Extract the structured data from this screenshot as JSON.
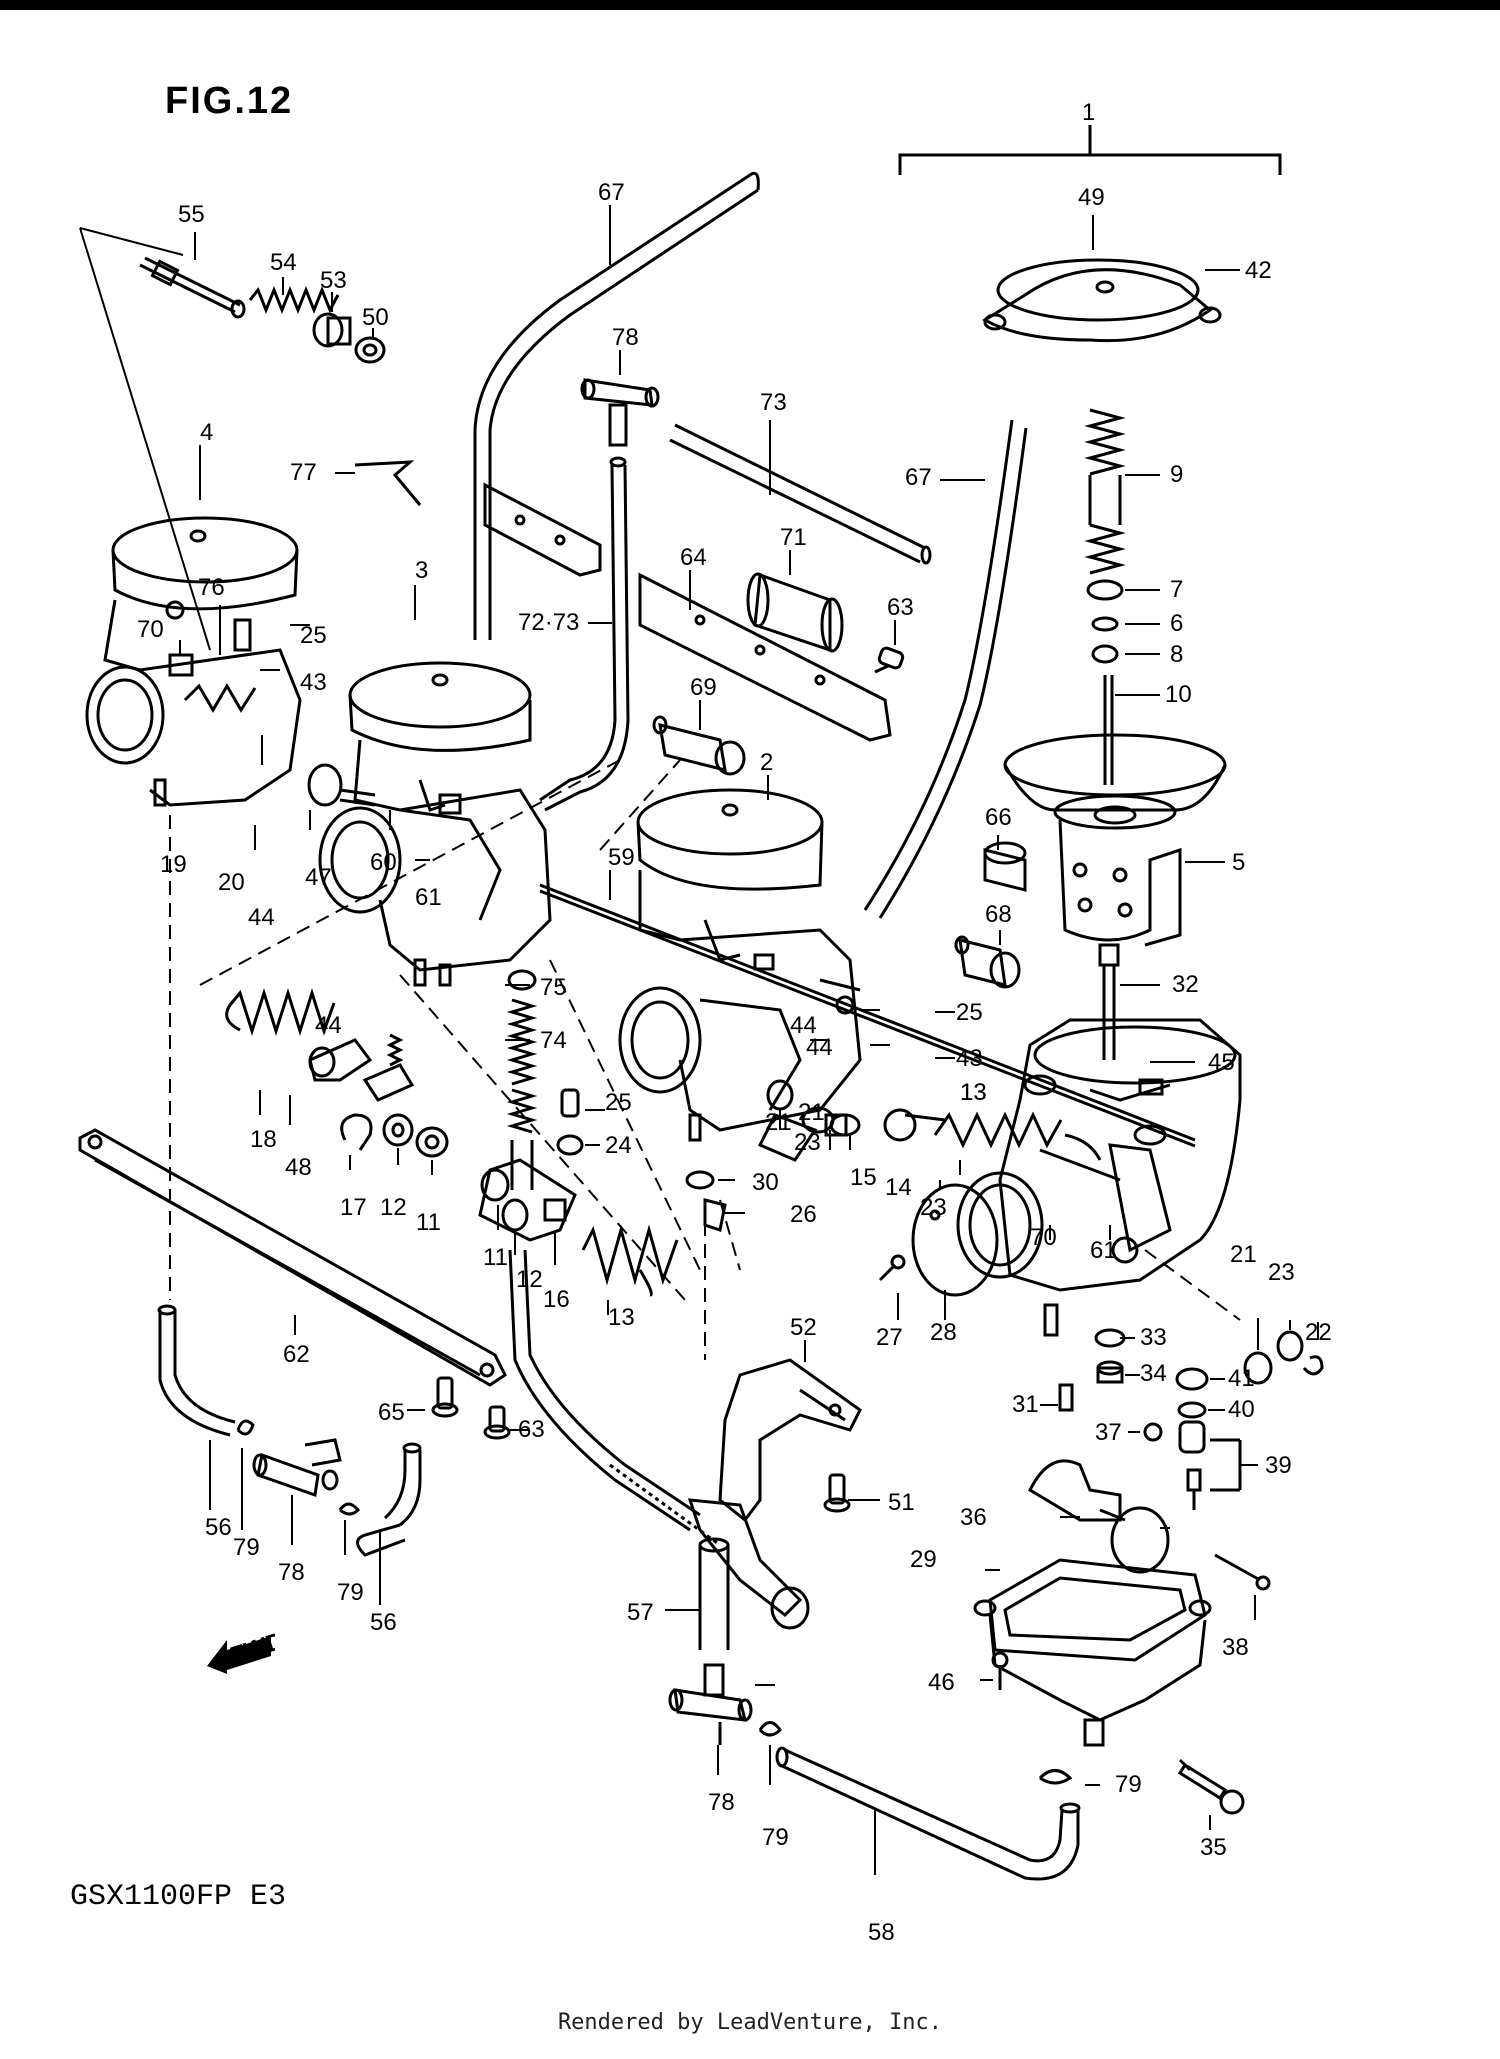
{
  "figure": {
    "title": "FIG.12",
    "model": "GSX1100FP  E3",
    "credit": "Rendered by LeadVenture, Inc.",
    "fwd_label": "FWD"
  },
  "callouts": [
    "1",
    "49",
    "42",
    "9",
    "7",
    "6",
    "8",
    "10",
    "5",
    "32",
    "45",
    "67",
    "78",
    "73",
    "71",
    "64",
    "63",
    "72·73",
    "69",
    "2",
    "66",
    "68",
    "25",
    "43",
    "44",
    "13",
    "14",
    "23",
    "15",
    "21",
    "30",
    "26",
    "24",
    "3",
    "47",
    "60",
    "61",
    "59",
    "75",
    "74",
    "55",
    "54",
    "53",
    "50",
    "77",
    "4",
    "76",
    "70",
    "19",
    "20",
    "18",
    "48",
    "17",
    "12",
    "11",
    "16",
    "62",
    "65",
    "56",
    "79",
    "57",
    "52",
    "51",
    "58",
    "27",
    "28",
    "22",
    "33",
    "34",
    "41",
    "40",
    "31",
    "37",
    "39",
    "36",
    "29",
    "38",
    "46",
    "35"
  ],
  "icons": [
    "fwd-arrow-icon"
  ]
}
